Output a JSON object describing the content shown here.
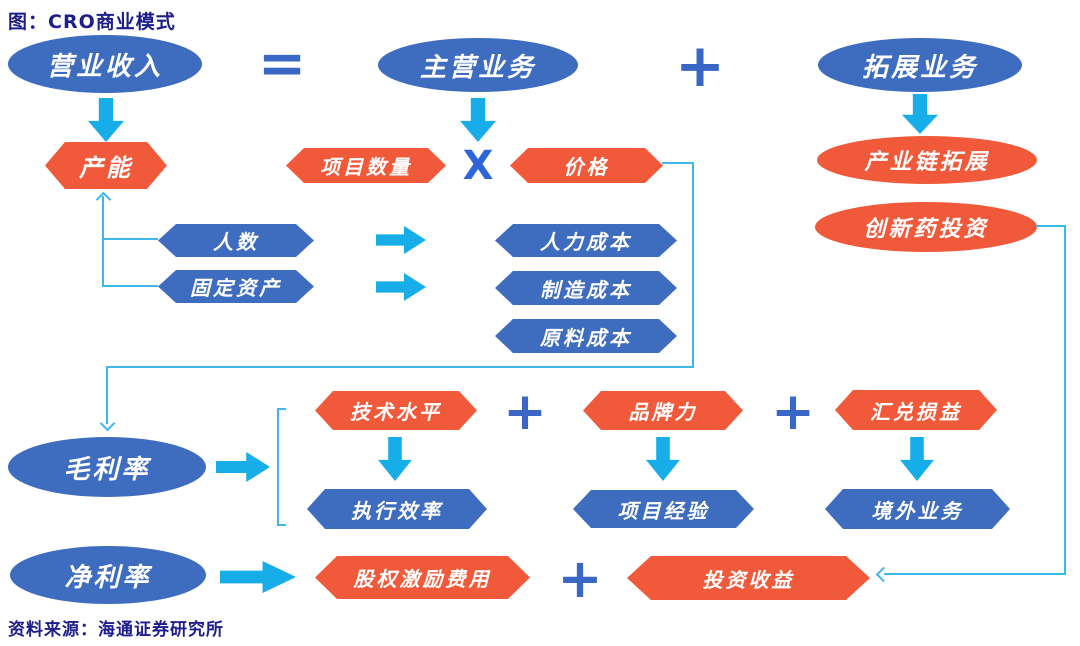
{
  "title": "图：CRO商业模式",
  "source": "资料来源：海通证券研究所",
  "operators": {
    "equals": "=",
    "plus": "+",
    "multiply": "X"
  },
  "nodes": {
    "revenue": "营业收入",
    "main_business": "主营业务",
    "expansion_business": "拓展业务",
    "capacity": "产能",
    "project_count": "项目数量",
    "price": "价格",
    "industry_chain_expansion": "产业链拓展",
    "innovative_drug_investment": "创新药投资",
    "headcount": "人数",
    "fixed_assets": "固定资产",
    "labor_cost": "人力成本",
    "manufacturing_cost": "制造成本",
    "material_cost": "原料成本",
    "gross_margin": "毛利率",
    "tech_level": "技术水平",
    "brand_power": "品牌力",
    "fx_gain_loss": "汇兑损益",
    "execution_efficiency": "执行效率",
    "project_experience": "项目经验",
    "overseas_business": "境外业务",
    "net_margin": "净利率",
    "equity_incentive_expense": "股权激励费用",
    "investment_income": "投资收益"
  },
  "colors": {
    "shape_blue": "#3e6cbe",
    "shape_orange": "#f0593a",
    "arrow_cyan": "#17ade9",
    "connector_cyan": "#3eb7e9",
    "operator_blue": "#3a67c6",
    "text_navy": "#1d1d8c",
    "shape_text": "#ffffff",
    "background": "#ffffff"
  }
}
